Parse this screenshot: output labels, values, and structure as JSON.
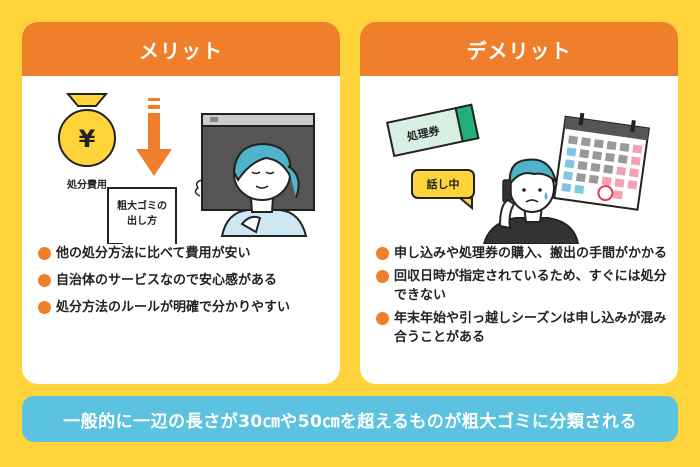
{
  "merit": {
    "title": "メリット",
    "labels": {
      "coin": "¥",
      "disposal_fee": "処分費用",
      "document": [
        "粗大ゴミの",
        "出し方"
      ]
    },
    "items": [
      "他の処分方法に比べて費用が安い",
      "自治体のサービスなので安心感がある",
      "処分方法のルールが明確で分かりやすい"
    ]
  },
  "demerit": {
    "title": "デメリット",
    "labels": {
      "ticket": "処理券",
      "speech": "話し中"
    },
    "items": [
      "申し込みや処理券の購入、搬出の手間がかかる",
      "回収日時が指定されているため、すぐには処分できない",
      "年末年始や引っ越しシーズンは申し込みが混み合うことがある"
    ]
  },
  "banner": "一般的に一辺の長さが30㎝や50㎝を超えるものが粗大ゴミに分類される",
  "colors": {
    "background": "#FFD43A",
    "accent": "#F07F2C",
    "banner": "#5BC3E0",
    "hair": "#4FB3C9"
  }
}
